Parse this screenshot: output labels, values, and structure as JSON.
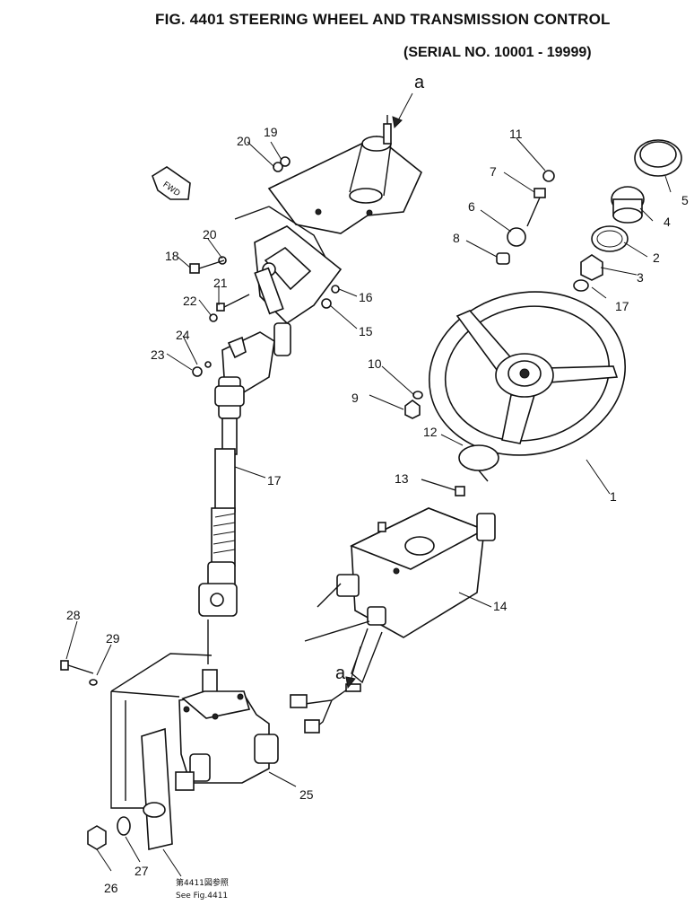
{
  "title": "FIG. 4401  STEERING WHEEL AND TRANSMISSION CONTROL",
  "serial": "(SERIAL NO. 10001 - 19999)",
  "callouts": {
    "a_top": "a",
    "a_bottom": "a",
    "fwd": "FWD",
    "p1": "1",
    "p2": "2",
    "p3": "3",
    "p4": "4",
    "p5": "5",
    "p6": "6",
    "p7": "7",
    "p8": "8",
    "p9": "9",
    "p10": "10",
    "p11": "11",
    "p12": "12",
    "p13": "13",
    "p14": "14",
    "p15": "15",
    "p16": "16",
    "p17a": "17",
    "p17b": "17",
    "p18": "18",
    "p19": "19",
    "p20a": "20",
    "p20b": "20",
    "p21": "21",
    "p22": "22",
    "p23": "23",
    "p24": "24",
    "p25": "25",
    "p26": "26",
    "p27": "27",
    "p28": "28",
    "p29": "29"
  },
  "reference": {
    "japanese": "第4411図参照",
    "english": "See Fig.4411"
  }
}
